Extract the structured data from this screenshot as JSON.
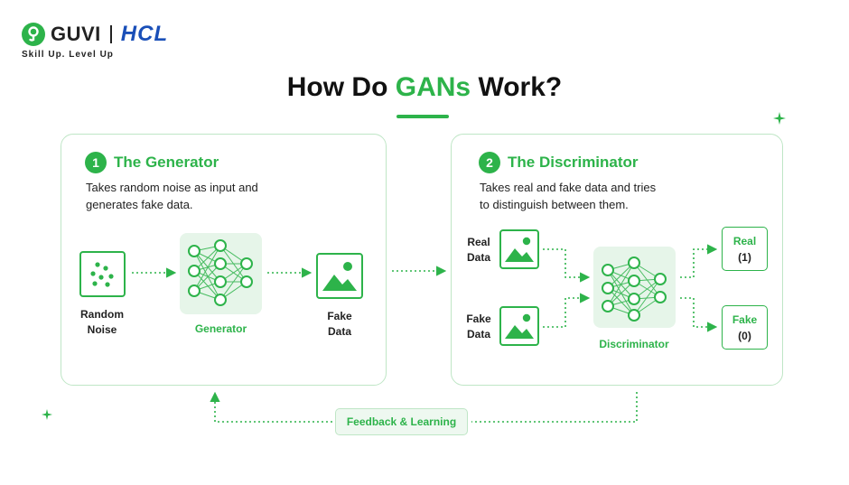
{
  "brand": {
    "logo_name": "GUVI",
    "partner_name": "HCL",
    "tagline": "Skill Up. Level Up"
  },
  "title": {
    "prefix": "How Do ",
    "accent": "GANs",
    "suffix": " Work?"
  },
  "generator_panel": {
    "number": "1",
    "heading": "The Generator",
    "description_line1": "Takes random noise as input and",
    "description_line2": "generates fake data.",
    "noise_label_line1": "Random",
    "noise_label_line2": "Noise",
    "network_label": "Generator",
    "output_label_line1": "Fake",
    "output_label_line2": "Data"
  },
  "discriminator_panel": {
    "number": "2",
    "heading": "The Discriminator",
    "description_line1": "Takes real and fake data and tries",
    "description_line2": "to distinguish between them.",
    "real_input_line1": "Real",
    "real_input_line2": "Data",
    "fake_input_line1": "Fake",
    "fake_input_line2": "Data",
    "network_label": "Discriminator",
    "output_real_title": "Real",
    "output_real_value": "(1)",
    "output_fake_title": "Fake",
    "output_fake_value": "(0)"
  },
  "feedback_label": "Feedback & Learning",
  "colors": {
    "accent_green": "#2db34a",
    "light_green": "#e6f5e9",
    "panel_border": "#bfe6c6",
    "hcl_blue": "#1a4fb8"
  }
}
